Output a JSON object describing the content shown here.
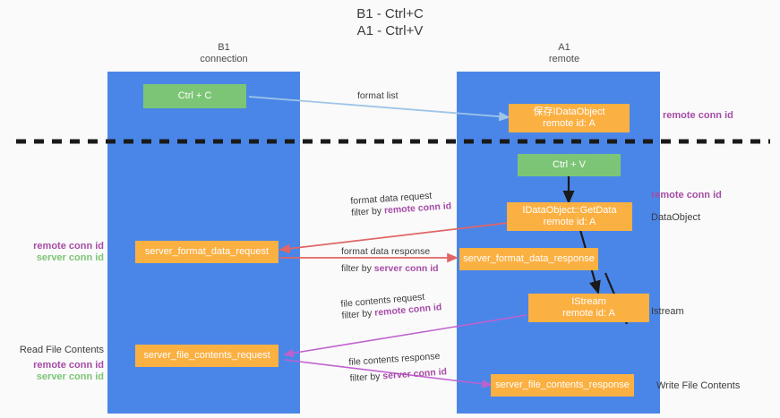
{
  "title": {
    "line1": "B1 - Ctrl+C",
    "line2": "A1 - Ctrl+V"
  },
  "columns": [
    {
      "name": "B1",
      "role": "connection"
    },
    {
      "name": "A1",
      "role": "remote"
    }
  ],
  "boxes": {
    "ctrl_c": {
      "label": "Ctrl + C"
    },
    "save_idataobject": {
      "line1": "保存IDataObject",
      "line2": "remote id: A"
    },
    "ctrl_v": {
      "label": "Ctrl + V"
    },
    "getdata": {
      "line1": "IDataObject::GetData",
      "line2": "remote id: A"
    },
    "istream": {
      "line1": "IStream",
      "line2": "remote id: A"
    },
    "server_format_data_request": {
      "label": "server_format_data_request"
    },
    "server_format_data_response": {
      "label": "server_format_data_response"
    },
    "server_file_contents_request": {
      "label": "server_file_contents_request"
    },
    "server_file_contents_response": {
      "label": "server_file_contents_response"
    }
  },
  "arrows": {
    "format_list": {
      "label": "format list"
    },
    "format_data_request": {
      "label": "format data request",
      "filter_prefix": "filter by ",
      "filter_key": "remote conn id"
    },
    "format_data_response": {
      "label": "format data response",
      "filter_prefix": "filter by ",
      "filter_key": "server conn id"
    },
    "file_contents_request": {
      "label": "file contents request",
      "filter_prefix": "filter by ",
      "filter_key": "remote conn id"
    },
    "file_contents_response": {
      "label": "file contents response",
      "filter_prefix": "filter by ",
      "filter_key": "server conn id"
    }
  },
  "side_labels": {
    "right_remote_conn_id_top": "remote conn id",
    "right_remote_conn_id_mid": "remote conn id",
    "right_dataobject": "DataObject",
    "right_istream": "Istream",
    "right_write_file_contents": "Write File Contents",
    "left_remote_conn_id_mid": "remote conn id",
    "left_server_conn_id_mid": "server conn id",
    "left_read_file_contents": "Read File Contents",
    "left_remote_conn_id_bot": "remote conn id",
    "left_server_conn_id_bot": "server conn id"
  },
  "colors": {
    "lane": "#4a86e8",
    "green_box": "#7cc576",
    "orange_box": "#fbb042",
    "purple_text": "#a64ca6",
    "green_text": "#6aa84f",
    "red_arrow": "#e06666",
    "magenta_arrow": "#c060d0",
    "blue_arrow": "#9fc5e8",
    "black_arrow": "#1a1a1a",
    "background": "#fafafa"
  }
}
